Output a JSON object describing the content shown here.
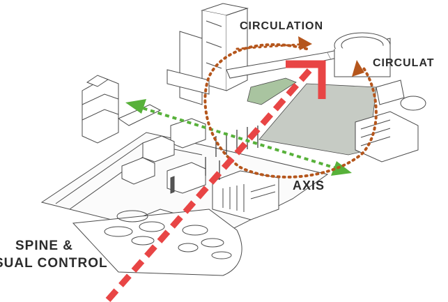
{
  "labels": {
    "circulation_top": "CIRCULATION",
    "circulation_right": "CIRCULAT",
    "axis": "AXIS",
    "spine_line1": "SPINE &",
    "spine_line2": "SUAL CONTROL"
  },
  "colors": {
    "circulation": "#b5561c",
    "axis": "#57b13a",
    "spine": "#e84545",
    "lawn": "#c6cbc4",
    "garden": "#a9c4a0",
    "line": "#4a4a4a"
  }
}
